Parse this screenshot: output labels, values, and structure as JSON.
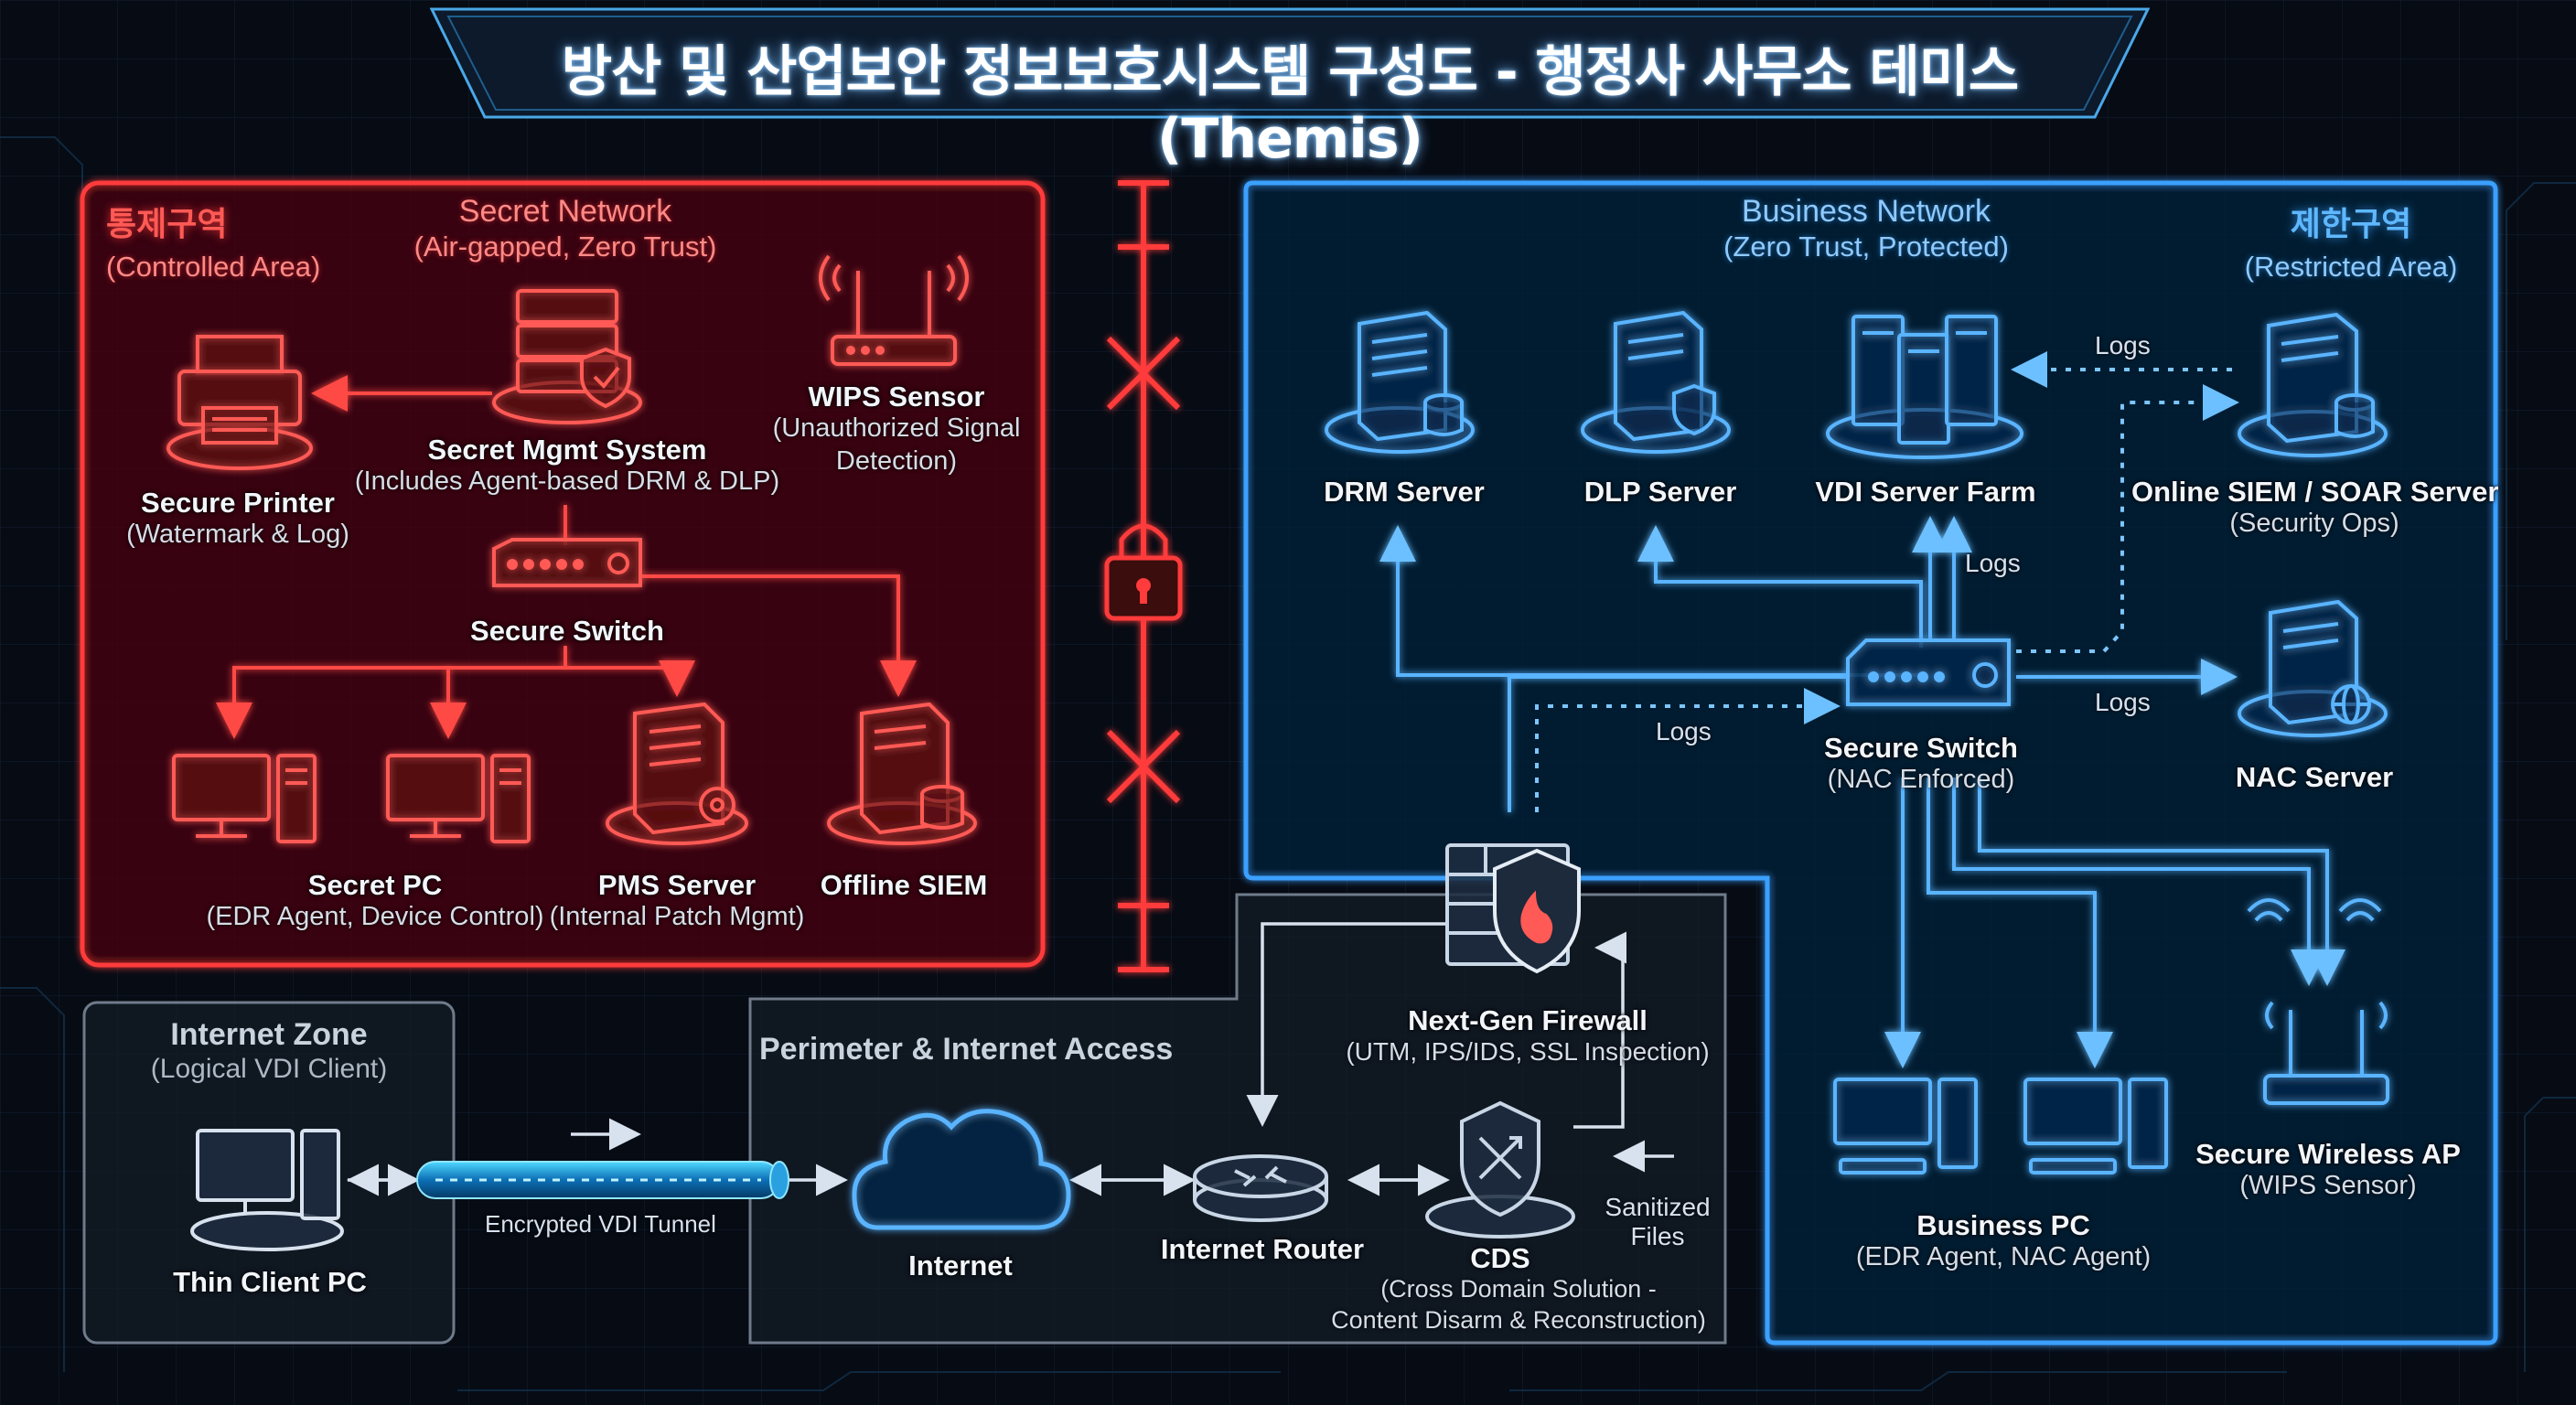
{
  "title": "방산 및 산업보안 정보보호시스템 구성도 - 행정사 사무소 테미스(Themis)",
  "zones": {
    "controlled": {
      "title": "통제구역",
      "subtitle": "(Controlled Area)"
    },
    "secret_network": {
      "title": "Secret Network",
      "subtitle": "(Air-gapped, Zero Trust)"
    },
    "business_network": {
      "title": "Business Network",
      "subtitle": "(Zero Trust, Protected)"
    },
    "restricted": {
      "title": "제한구역",
      "subtitle": "(Restricted Area)"
    },
    "internet_zone": {
      "title": "Internet Zone",
      "subtitle": "(Logical VDI Client)"
    },
    "perimeter": {
      "title": "Perimeter & Internet Access"
    }
  },
  "nodes": {
    "secret_mgmt": {
      "label": "Secret Mgmt System",
      "sub": "(Includes Agent-based DRM & DLP)"
    },
    "secure_printer": {
      "label": "Secure Printer",
      "sub": "(Watermark & Log)"
    },
    "wips_sensor": {
      "label": "WIPS Sensor",
      "sub1": "(Unauthorized Signal",
      "sub2": "Detection)"
    },
    "secret_switch": {
      "label": "Secure Switch"
    },
    "secret_pc": {
      "label": "Secret PC",
      "sub": "(EDR Agent, Device Control)"
    },
    "pms_server": {
      "label": "PMS Server",
      "sub": "(Internal Patch Mgmt)"
    },
    "offline_siem": {
      "label": "Offline SIEM"
    },
    "drm_server": {
      "label": "DRM Server"
    },
    "dlp_server": {
      "label": "DLP Server"
    },
    "vdi_farm": {
      "label": "VDI Server Farm"
    },
    "online_siem": {
      "label": "Online SIEM / SOAR Server",
      "sub": "(Security Ops)"
    },
    "biz_switch": {
      "label": "Secure Switch",
      "sub": "(NAC Enforced)"
    },
    "nac_server": {
      "label": "NAC Server"
    },
    "firewall": {
      "label": "Next-Gen Firewall",
      "sub": "(UTM, IPS/IDS, SSL Inspection)"
    },
    "business_pc": {
      "label": "Business PC",
      "sub": "(EDR Agent, NAC Agent)"
    },
    "wireless_ap": {
      "label": "Secure Wireless AP",
      "sub": "(WIPS Sensor)"
    },
    "thin_client": {
      "label": "Thin Client PC"
    },
    "internet": {
      "label": "Internet"
    },
    "router": {
      "label": "Internet Router"
    },
    "cds": {
      "label": "CDS",
      "sub1": "(Cross Domain Solution -",
      "sub2": "Content Disarm & Reconstruction)"
    }
  },
  "edge_labels": {
    "logs_top": "Logs",
    "logs_vdi": "Logs",
    "logs_left": "Logs",
    "logs_nac": "Logs",
    "vdi_tunnel": "Encrypted VDI Tunnel",
    "sanitized": [
      "Sanitized",
      "Files"
    ]
  },
  "colors": {
    "red": "#ff3b3b",
    "blue": "#3aa0ff",
    "grey": "#8a96a6",
    "background": "#060b14"
  }
}
